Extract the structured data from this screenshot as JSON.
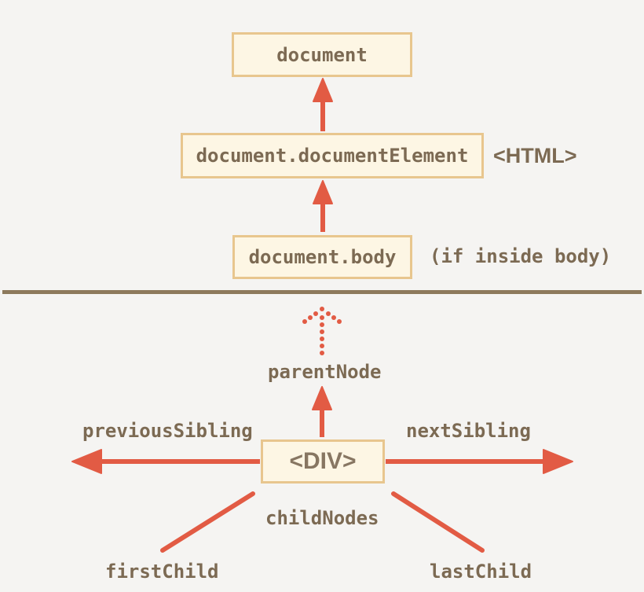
{
  "diagram": {
    "description": "DOM navigation diagram",
    "nodes": {
      "document": "document",
      "documentElement": "document.documentElement",
      "body": "document.body",
      "div": "<DIV>"
    },
    "annotations": {
      "html": "<HTML>",
      "ifInsideBody": "(if inside body)"
    },
    "labels": {
      "parentNode": "parentNode",
      "previousSibling": "previousSibling",
      "nextSibling": "nextSibling",
      "childNodes": "childNodes",
      "firstChild": "firstChild",
      "lastChild": "lastChild"
    },
    "colors": {
      "background": "#f5f4f2",
      "box_fill": "#fdf6e4",
      "box_border": "#e8c68e",
      "text": "#7c6a53",
      "arrow": "#e25b44",
      "divider": "#8d7a5c"
    }
  }
}
